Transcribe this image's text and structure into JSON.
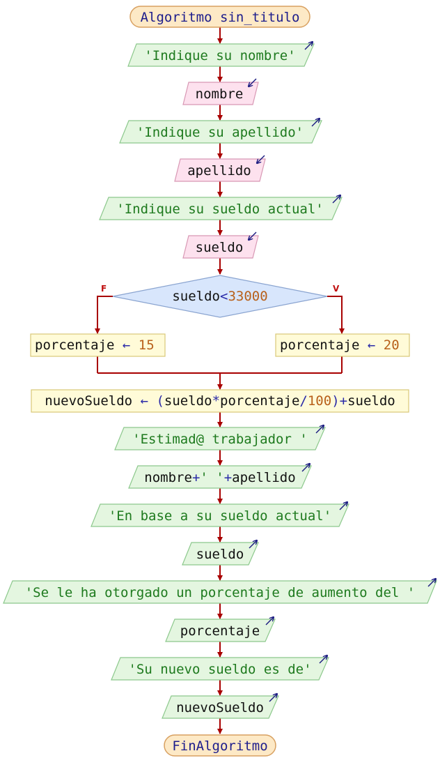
{
  "diagram": {
    "start": "Algoritmo sin_titulo",
    "end": "FinAlgoritmo",
    "outputs": {
      "prompt_name": "'Indique su nombre'",
      "prompt_surname": "'Indique su apellido'",
      "prompt_salary": "'Indique su sueldo actual'",
      "greeting": "'Estimad@ trabajador '",
      "name_concat": {
        "a": "nombre",
        "op1": "+",
        "b": "' '",
        "op2": "+",
        "c": "apellido"
      },
      "base_text": "'En base a su sueldo actual'",
      "salary_var": "sueldo",
      "raise_text": "'Se le ha otorgado un porcentaje de aumento del '",
      "pct_var": "porcentaje",
      "new_text": "'Su nuevo sueldo es de'",
      "new_var": "nuevoSueldo"
    },
    "inputs": {
      "name": "nombre",
      "surname": "apellido",
      "salary": "sueldo"
    },
    "decision": {
      "var": "sueldo",
      "op": "<",
      "value": "33000",
      "false_label": "F",
      "true_label": "V"
    },
    "assign_false": {
      "target": "porcentaje",
      "arrow": "←",
      "value": "15"
    },
    "assign_true": {
      "target": "porcentaje",
      "arrow": "←",
      "value": "20"
    },
    "assign_new": {
      "target": "nuevoSueldo",
      "arrow": "←",
      "paren_open": "(",
      "var1": "sueldo",
      "mul": "*",
      "var2": "porcentaje",
      "div": "/",
      "num": "100",
      "paren_close": ")",
      "plus": "+",
      "var3": "sueldo"
    },
    "colors": {
      "terminal_fill": "#fde9c6",
      "terminal_stroke": "#d8a060",
      "output_fill": "#e4f6e0",
      "output_stroke": "#8cc88c",
      "input_fill": "#fde1ee",
      "input_stroke": "#d898b4",
      "process_fill": "#fffbd8",
      "process_stroke": "#d8c878",
      "decision_fill": "#d8e6fc",
      "decision_stroke": "#8aa4d0",
      "edge": "#a80000",
      "io_arrow": "#1a1a80"
    }
  }
}
